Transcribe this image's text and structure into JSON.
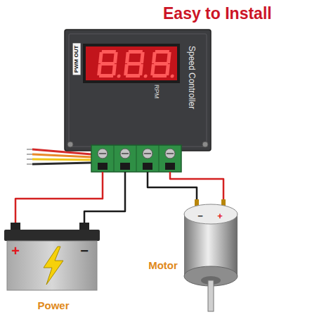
{
  "diagram": {
    "title": "Easy to Install",
    "nodes": [
      {
        "text": [
          "PWM OUT",
          "RPM",
          "Speed Controller"
        ]
      },
      {
        "text": [
          "+",
          "−",
          "Power"
        ]
      },
      {
        "text": [
          "−",
          "+",
          "Motor"
        ]
      }
    ],
    "edges": [
      {
        "from": 0,
        "to": 1,
        "arrow": "none"
      },
      {
        "from": 0,
        "to": 1,
        "arrow": "none"
      },
      {
        "from": 0,
        "to": 2,
        "arrow": "none"
      },
      {
        "from": 0,
        "to": 2,
        "arrow": "none"
      }
    ]
  }
}
